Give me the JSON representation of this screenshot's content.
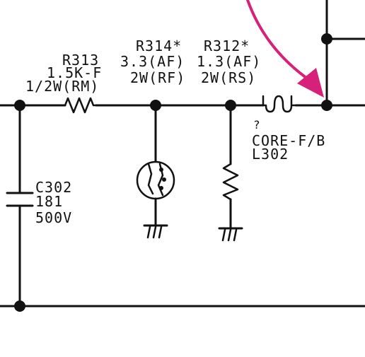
{
  "r313": {
    "ref": "R313",
    "value": "1.5K-F",
    "rating": "1/2W(RM)"
  },
  "r314": {
    "ref": "R314*",
    "value": "3.3(AF)",
    "rating": "2W(RF)"
  },
  "r312": {
    "ref": "R312*",
    "value": "1.3(AF)",
    "rating": "2W(RS)"
  },
  "l302": {
    "note": "?",
    "value": "CORE-F/B",
    "ref": "L302"
  },
  "c302": {
    "ref": "C302",
    "value": "181",
    "rating": "500V"
  },
  "colors": {
    "ink": "#111111",
    "annotation_arrow": "#d6207a"
  }
}
